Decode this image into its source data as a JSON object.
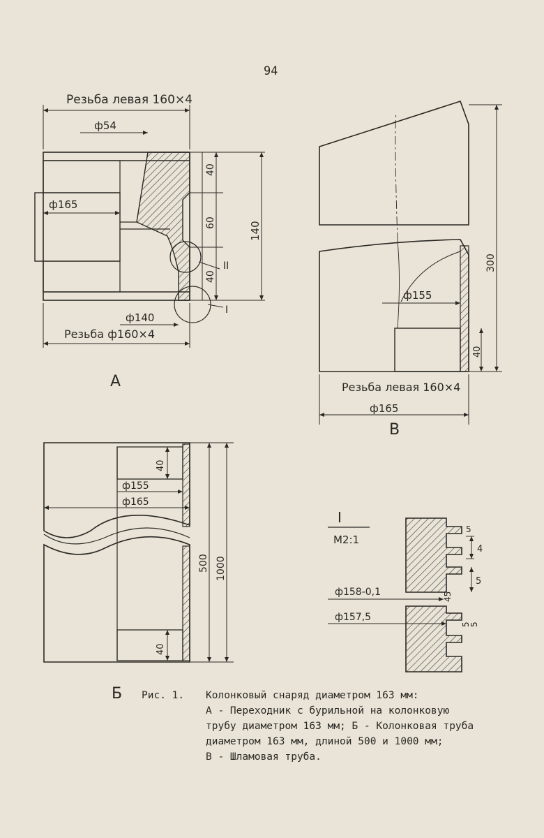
{
  "page": {
    "number": "94"
  },
  "figure_a": {
    "thread_top": "Резьба левая 160×4",
    "dia_54": "ф54",
    "dia_165": "ф165",
    "dim_40_top": "40",
    "dim_60": "60",
    "dim_40_bottom": "40",
    "dim_140": "140",
    "detail_2": "II",
    "detail_1": "I",
    "dia_140": "ф140",
    "thread_bottom": "Резьба ф160×4",
    "label": "А"
  },
  "figure_v": {
    "dia_155": "ф155",
    "dim_300": "300",
    "dim_40": "40",
    "thread": "Резьба левая 160×4",
    "dia_165": "ф165",
    "label": "В"
  },
  "figure_b": {
    "dim_40_top": "40",
    "dia_155": "ф155",
    "dia_165": "ф165",
    "dim_500": "500",
    "dim_1000": "1000",
    "dim_40_bottom": "40"
  },
  "detail_i": {
    "title": "I",
    "scale": "M2:1",
    "dim_5_top": "5",
    "dim_4": "4",
    "dim_5_mid": "5",
    "dim_45": "45",
    "dia_158": "ф158-0,1",
    "dia_157": "ф157,5",
    "dim_5_bottom": "5",
    "dim_5_bottom2": "5"
  },
  "caption": {
    "figure_id": "Б",
    "figure_number": "Рис. 1.",
    "line1": "Колонковый снаряд диаметром 163 мм:",
    "line2": "А - Переходник с бурильной на колонковую",
    "line3": "трубу диаметром 163 мм; Б - Колонковая труба",
    "line4": "диаметром 163 мм, длиной 500 и 1000 мм;",
    "line5": "В - Шламовая труба."
  }
}
